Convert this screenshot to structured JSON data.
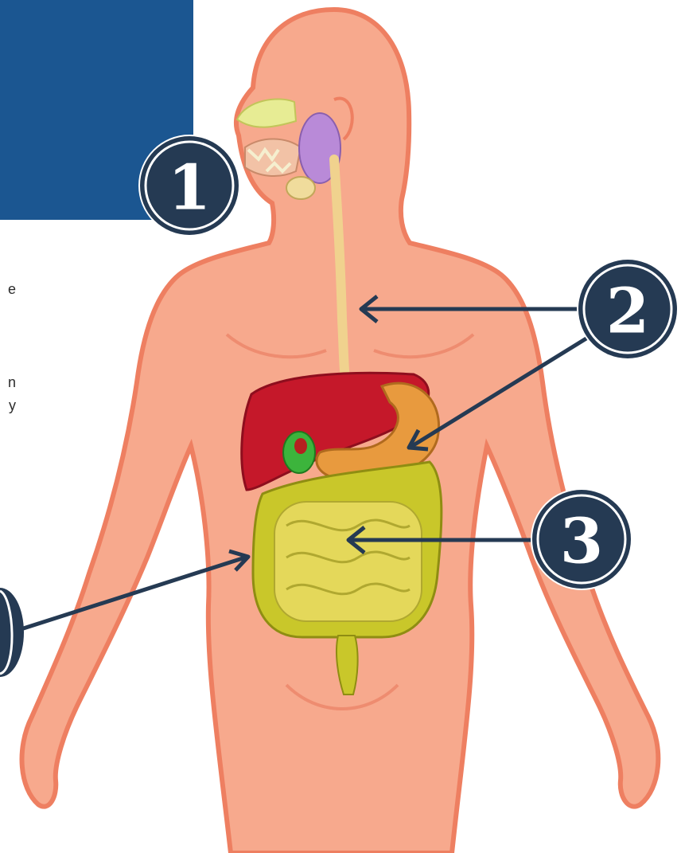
{
  "colors": {
    "panel": "#1b5691",
    "badge_fill": "#253a53",
    "badge_ring": "#ffffff",
    "arrow": "#253a53",
    "skin": "#f7a98d",
    "skin_outline": "#ee7f61",
    "liver": "#c5182a",
    "stomach": "#e89a3e",
    "intestine": "#e4d85a",
    "large_intestine": "#c9c72a",
    "gallbladder": "#3cb43c",
    "salivary_gland": "#b98ad8"
  },
  "markers": [
    {
      "label": "1"
    },
    {
      "label": "2"
    },
    {
      "label": "3"
    },
    {
      "label": ""
    }
  ],
  "side_text": {
    "line1": "e",
    "line2": "n",
    "line3": "y"
  }
}
